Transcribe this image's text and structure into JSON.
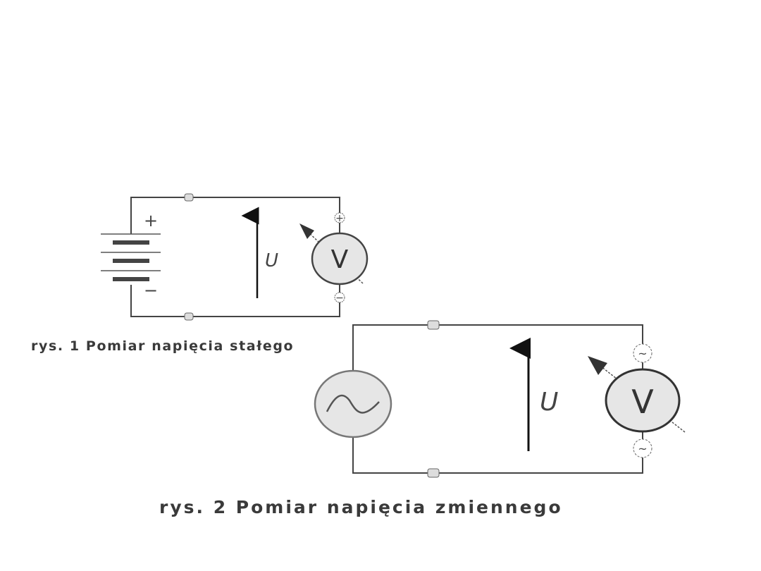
{
  "figure1": {
    "caption": "rys. 1  Pomiar napięcia stałego",
    "plus_sign": "+",
    "minus_sign": "−",
    "voltage_label": "U",
    "meter_label": "V",
    "terminal_plus": "+",
    "terminal_minus": "−"
  },
  "figure2": {
    "caption": "rys. 2  Pomiar napięcia zmiennego",
    "voltage_label": "U",
    "meter_label": "V",
    "terminal_ac": "~"
  },
  "colors": {
    "wire": "#444444",
    "meter_fill": "#e6e6e6",
    "text": "#3a3a3a"
  }
}
